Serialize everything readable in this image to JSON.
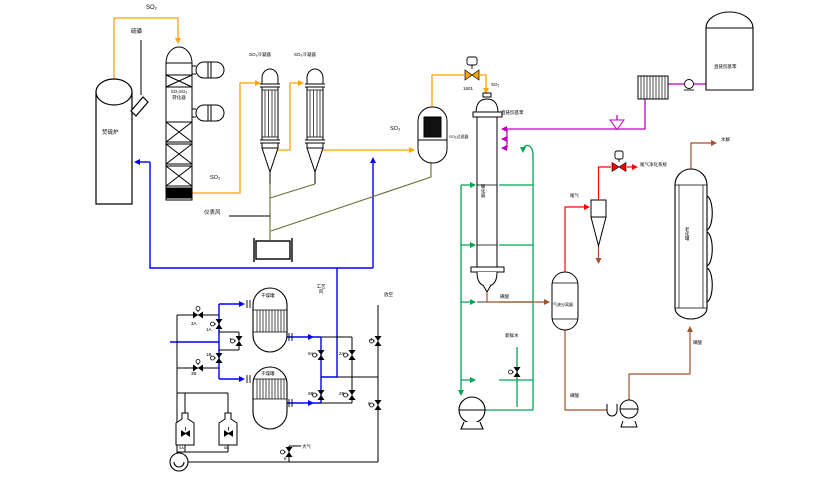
{
  "diagram": {
    "title": "sulfonation-process-flow-diagram",
    "background": "#FFFFFF",
    "colors": {
      "so2_so3_gas": "#FFA500",
      "process_air": "#0000FF",
      "cooling_water": "#00A651",
      "organic_feed": "#C000C0",
      "tail_gas": "#FF0000",
      "sulfonic_acid": "#A0522D",
      "condensate": "#6B6B33",
      "line": "#000000"
    },
    "labels": {
      "so2": "SO₂",
      "so3": "SO₃",
      "sulfur": "硫磺",
      "furnace": "焚硫炉",
      "converter_line1": "SO₂SO₃",
      "converter_line2": "转化器",
      "condenser": "SO₃冷凝器",
      "instrument_air": "仪表风",
      "so3_filter": "SO₃过滤器",
      "valve_1601": "1601",
      "lab_feed": "直链烷基苯",
      "sulfonator": "磺化器",
      "fresh_water": "新鲜水",
      "separator": "气液分离器",
      "sulfonic_acid": "磺酸",
      "tail_gas": "尾气",
      "tail_gas_system": "尾气净化系统",
      "aging_tank": "老化罐",
      "hydrolysis": "水解",
      "process_air": "工艺风",
      "vent": "放空",
      "atmosphere": "大气",
      "dryer": "干燥罐",
      "valve_tags": {
        "v3a": "3A",
        "v1a": "1A",
        "v7": "7",
        "v1b": "1B",
        "v3b": "3B",
        "v9a": "9A",
        "v2a": "2A",
        "v9b": "9B",
        "v2b": "2B",
        "v4": "4",
        "v6": "6",
        "v8": "8",
        "v5a": "5A",
        "v5b": "5B"
      }
    }
  }
}
